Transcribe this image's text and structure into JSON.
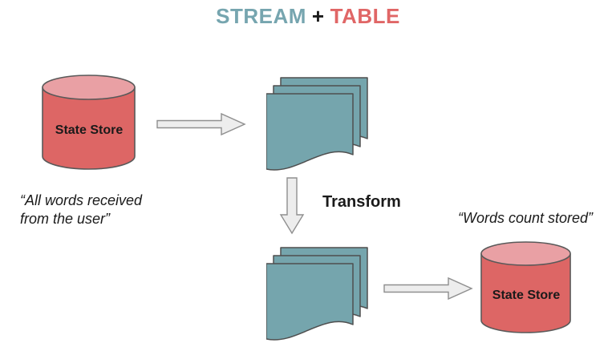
{
  "title": {
    "stream": "STREAM",
    "plus": "+",
    "table": "TABLE"
  },
  "colors": {
    "stream_teal": "#76a5af",
    "table_red": "#e06666",
    "store_body_red": "#dd6665",
    "store_top_pink": "#e9a0a4",
    "doc_teal": "#75a5ad",
    "arrow_fill": "#ededed"
  },
  "source_store": {
    "label": "State Store",
    "caption": "“All words received\nfrom the user”"
  },
  "result_store": {
    "label": "State Store",
    "caption": "“Words count stored”"
  },
  "transform": {
    "label": "Transform"
  }
}
